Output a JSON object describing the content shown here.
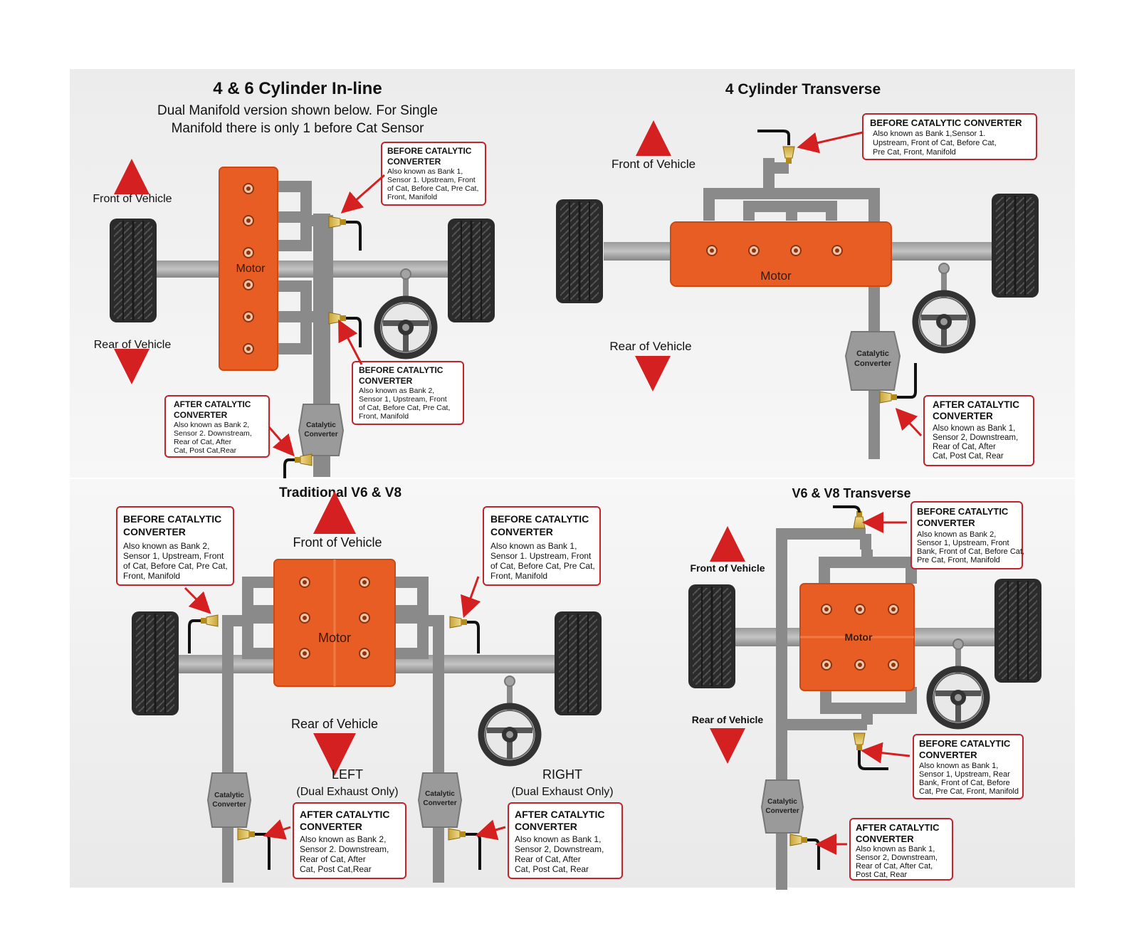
{
  "colors": {
    "motor": "#e85d24",
    "motor_dark": "#c94a15",
    "pipe": "#8a8a8a",
    "pipe_light": "#a3a3a3",
    "tire": "#2b2b2b",
    "arrow": "#d42020",
    "box_border": "#c0242c",
    "background": "#f1f1f1"
  },
  "panels": {
    "inline": {
      "title": "4 & 6 Cylinder In-line",
      "subtitle_1": "Dual Manifold version shown below. For Single",
      "subtitle_2": "Manifold there is only 1 before Cat Sensor",
      "front": "Front of Vehicle",
      "rear": "Rear of Vehicle",
      "motor": "Motor",
      "cat_1": "Catalytic",
      "cat_2": "Converter",
      "box1": {
        "title_1": "BEFORE CATALYTIC",
        "title_2": "CONVERTER",
        "lines": [
          "Also known as Bank 1,",
          "Sensor 1. Upstream, Front",
          "of Cat, Before Cat, Pre Cat,",
          "Front, Manifold"
        ]
      },
      "box2": {
        "title_1": "BEFORE CATALYTIC",
        "title_2": "CONVERTER",
        "lines": [
          "Also known as Bank 2,",
          "Sensor 1, Upstream, Front",
          "of Cat, Before Cat, Pre Cat,",
          "Front, Manifold"
        ]
      },
      "box3": {
        "title_1": "AFTER CATALYTIC",
        "title_2": "CONVERTER",
        "lines": [
          "Also known as Bank 2,",
          "Sensor 2. Downstream,",
          "Rear of Cat, After",
          "Cat, Post Cat,Rear"
        ]
      }
    },
    "transverse4": {
      "title": "4 Cylinder Transverse",
      "front": "Front of Vehicle",
      "rear": "Rear of Vehicle",
      "motor": "Motor",
      "cat_1": "Catalytic",
      "cat_2": "Converter",
      "box1": {
        "title_1": "BEFORE CATALYTIC CONVERTER",
        "lines": [
          "Also known as Bank 1,Sensor 1.",
          "Upstream, Front of Cat, Before Cat,",
          "Pre Cat, Front, Manifold"
        ]
      },
      "box2": {
        "title_1": "AFTER CATALYTIC",
        "title_2": "CONVERTER",
        "lines": [
          "Also known as Bank 1,",
          "Sensor 2, Downstream,",
          "Rear of Cat, After",
          "Cat, Post Cat, Rear"
        ]
      }
    },
    "v6v8": {
      "title": "Traditional V6 & V8",
      "front": "Front of Vehicle",
      "rear": "Rear of Vehicle",
      "motor": "Motor",
      "left": "LEFT",
      "left_sub": "(Dual Exhaust Only)",
      "right": "RIGHT",
      "right_sub": "(Dual Exhaust Only)",
      "cat_1": "Catalytic",
      "cat_2": "Converter",
      "box1": {
        "title_1": "BEFORE CATALYTIC",
        "title_2": "CONVERTER",
        "lines": [
          "Also known as Bank 2,",
          "Sensor 1, Upstream, Front",
          "of Cat, Before Cat, Pre Cat,",
          "Front, Manifold"
        ]
      },
      "box2": {
        "title_1": "BEFORE CATALYTIC",
        "title_2": "CONVERTER",
        "lines": [
          "Also known as Bank 1,",
          "Sensor 1. Upstream, Front",
          "of Cat, Before Cat, Pre Cat,",
          "Front, Manifold"
        ]
      },
      "box3": {
        "title_1": "AFTER CATALYTIC",
        "title_2": "CONVERTER",
        "lines": [
          "Also known as Bank 2,",
          "Sensor 2. Downstream,",
          "Rear of Cat, After",
          "Cat, Post Cat,Rear"
        ]
      },
      "box4": {
        "title_1": "AFTER CATALYTIC",
        "title_2": "CONVERTER",
        "lines": [
          "Also known as Bank 1,",
          "Sensor 2, Downstream,",
          "Rear of Cat, After",
          "Cat, Post Cat, Rear"
        ]
      }
    },
    "v6v8t": {
      "title": "V6 & V8 Transverse",
      "front": "Front of Vehicle",
      "rear": "Rear of Vehicle",
      "motor": "Motor",
      "cat_1": "Catalytic",
      "cat_2": "Converter",
      "box1": {
        "title_1": "BEFORE CATALYTIC",
        "title_2": "CONVERTER",
        "lines": [
          "Also known as Bank 2,",
          "Sensor 1, Upstream, Front",
          "Bank, Front of Cat, Before Cat,",
          "Pre Cat, Front, Manifold"
        ]
      },
      "box2": {
        "title_1": "BEFORE CATALYTIC",
        "title_2": "CONVERTER",
        "lines": [
          "Also known as Bank 1,",
          "Sensor 1, Upstream, Rear",
          "Bank, Front of Cat, Before",
          "Cat, Pre Cat, Front, Manifold"
        ]
      },
      "box3": {
        "title_1": "AFTER CATALYTIC",
        "title_2": "CONVERTER",
        "lines": [
          "Also known as Bank 1,",
          "Sensor 2, Downstream,",
          "Rear of Cat, After Cat,",
          "Post Cat, Rear"
        ]
      }
    }
  }
}
